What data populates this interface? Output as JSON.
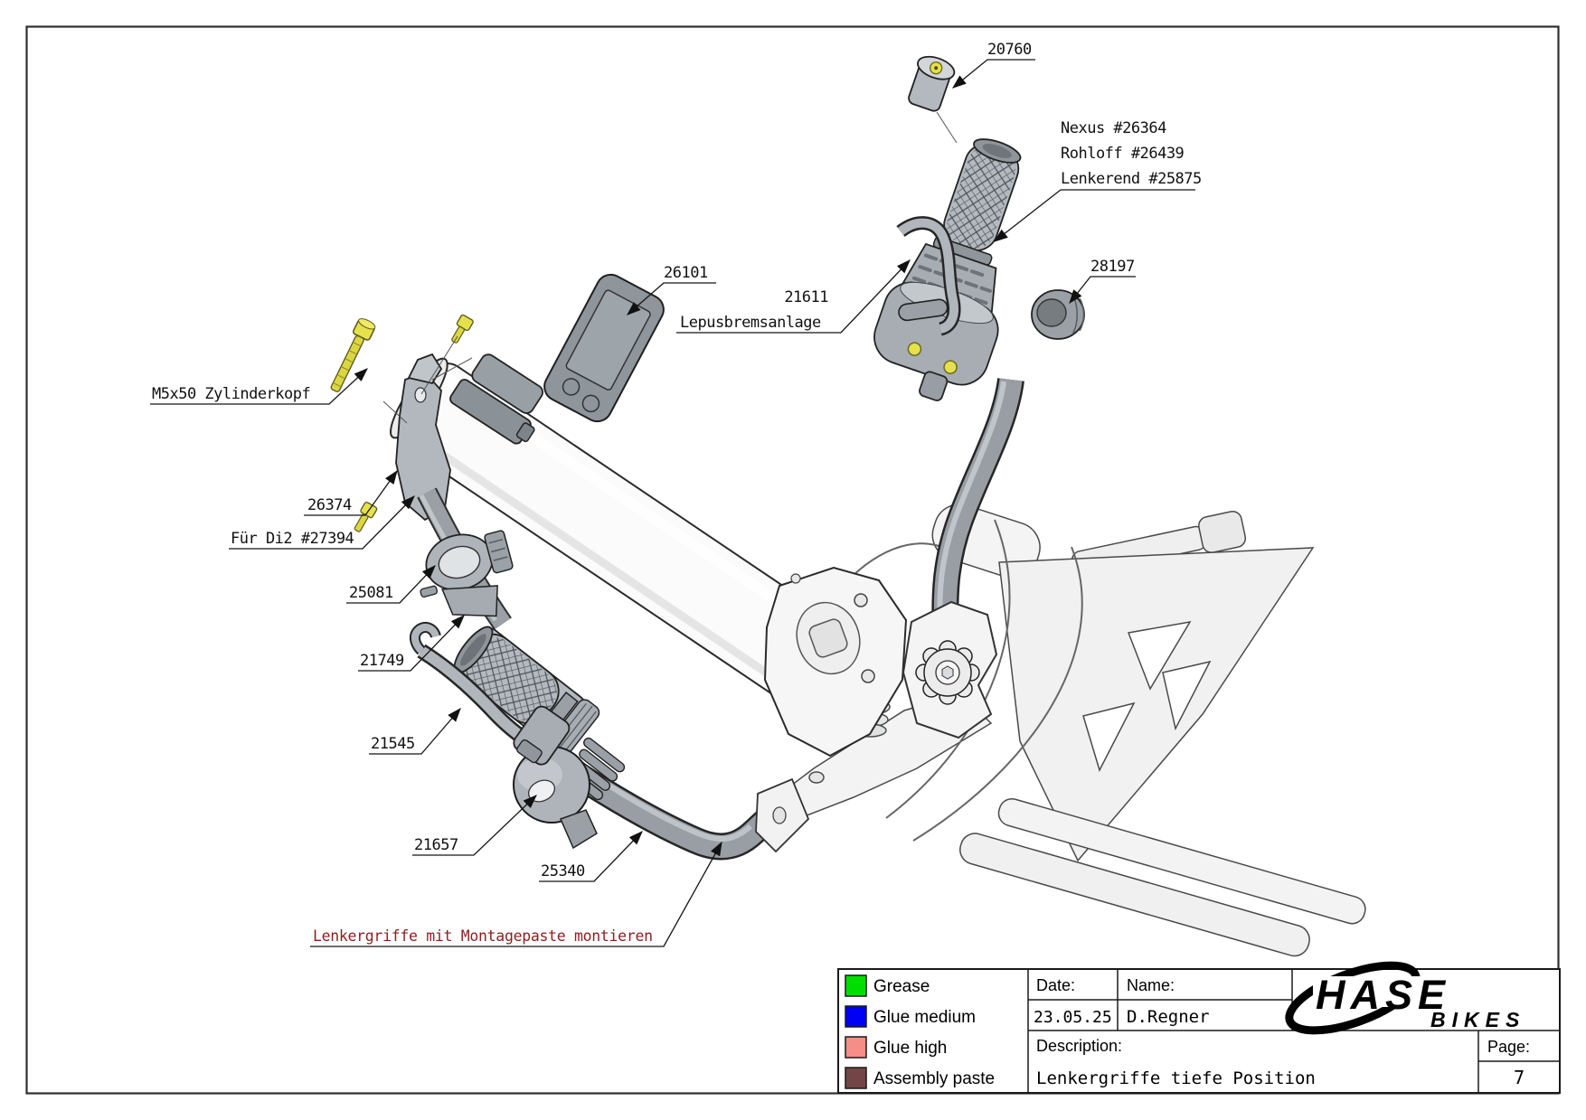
{
  "doc": {
    "border_color": "#2f2f2f",
    "note_color": "#8B1F1F",
    "note_text": "Lenkergriffe mit Montagepaste montieren"
  },
  "labels": {
    "p20760": "20760",
    "nexus": "Nexus #26364",
    "rohloff": "Rohloff #26439",
    "lenkerend": "Lenkerend #25875",
    "p28197": "28197",
    "p26101": "26101",
    "p21611": "21611",
    "lepus": "Lepusbremsanlage",
    "m5x50": "M5x50 Zylinderkopf",
    "p26374": "26374",
    "di2": "Für Di2 #27394",
    "p25081": "25081",
    "p21749": "21749",
    "p21545": "21545",
    "p21657": "21657",
    "p25340": "25340"
  },
  "legend": {
    "items": [
      {
        "label": "Grease",
        "color": "#00DE00"
      },
      {
        "label": "Glue medium",
        "color": "#0000F5"
      },
      {
        "label": "Glue high",
        "color": "#F58E86"
      },
      {
        "label": "Assembly paste",
        "color": "#744545"
      }
    ]
  },
  "title_block": {
    "date_label": "Date:",
    "date_value": "23.05.25",
    "name_label": "Name:",
    "name_value": "D.Regner",
    "description_label": "Description:",
    "description_value": "Lenkergriffe tiefe Position",
    "page_label": "Page:",
    "page_value": "7",
    "brand_line1": "HASE",
    "brand_line2": "BIKES"
  }
}
